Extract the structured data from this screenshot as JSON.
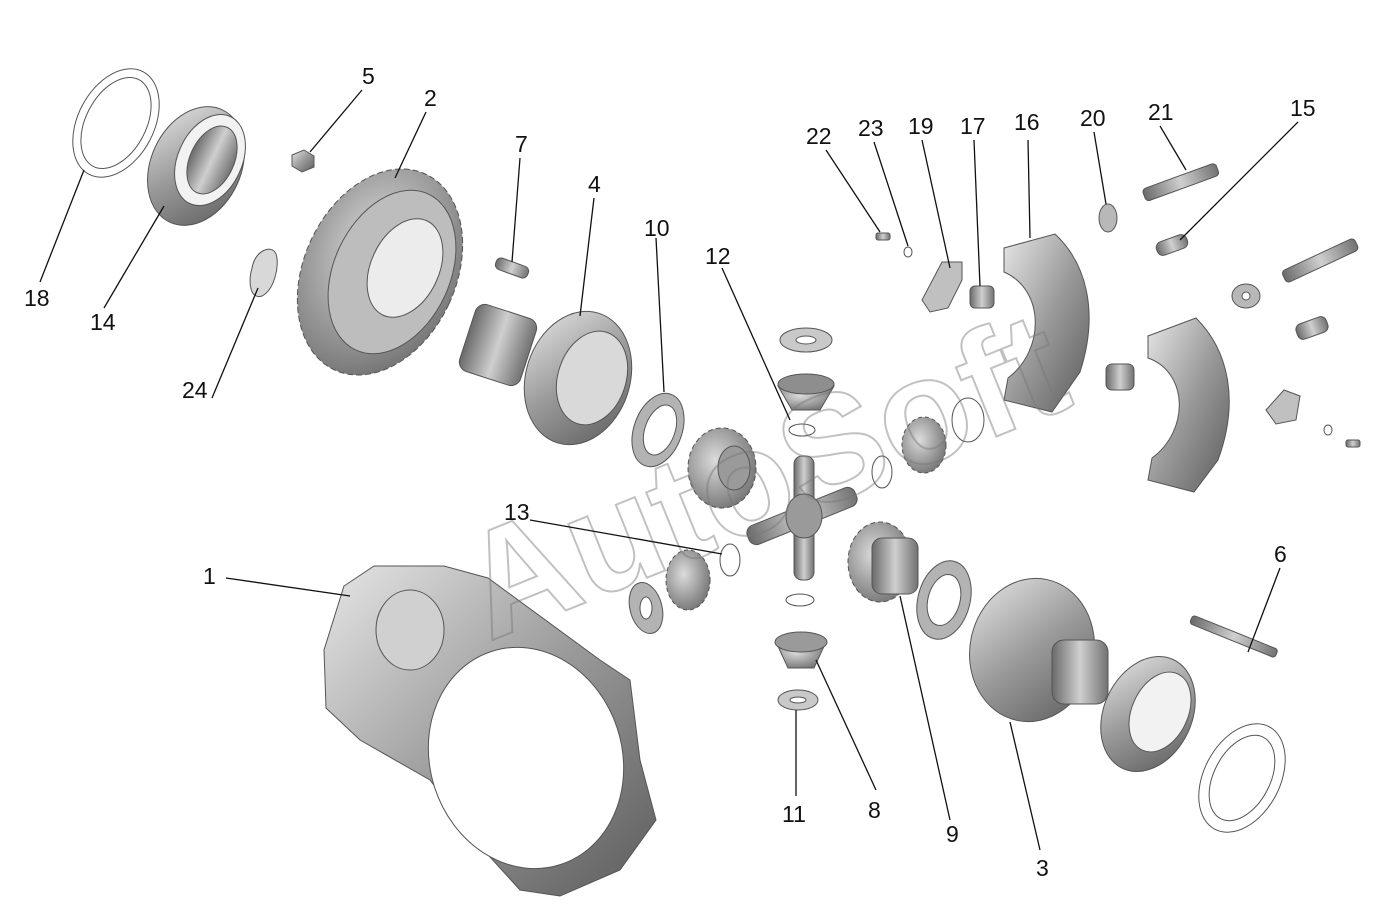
{
  "watermark": "AutoSoft",
  "callouts": [
    {
      "id": "1",
      "label": "1"
    },
    {
      "id": "2",
      "label": "2"
    },
    {
      "id": "3",
      "label": "3"
    },
    {
      "id": "4",
      "label": "4"
    },
    {
      "id": "5",
      "label": "5"
    },
    {
      "id": "6",
      "label": "6"
    },
    {
      "id": "7",
      "label": "7"
    },
    {
      "id": "8",
      "label": "8"
    },
    {
      "id": "9",
      "label": "9"
    },
    {
      "id": "10",
      "label": "10"
    },
    {
      "id": "11",
      "label": "11"
    },
    {
      "id": "12",
      "label": "12"
    },
    {
      "id": "13",
      "label": "13"
    },
    {
      "id": "14",
      "label": "14"
    },
    {
      "id": "15",
      "label": "15"
    },
    {
      "id": "16",
      "label": "16"
    },
    {
      "id": "17",
      "label": "17"
    },
    {
      "id": "18",
      "label": "18"
    },
    {
      "id": "19",
      "label": "19"
    },
    {
      "id": "20",
      "label": "20"
    },
    {
      "id": "21",
      "label": "21"
    },
    {
      "id": "22",
      "label": "22"
    },
    {
      "id": "23",
      "label": "23"
    },
    {
      "id": "24",
      "label": "24"
    }
  ]
}
